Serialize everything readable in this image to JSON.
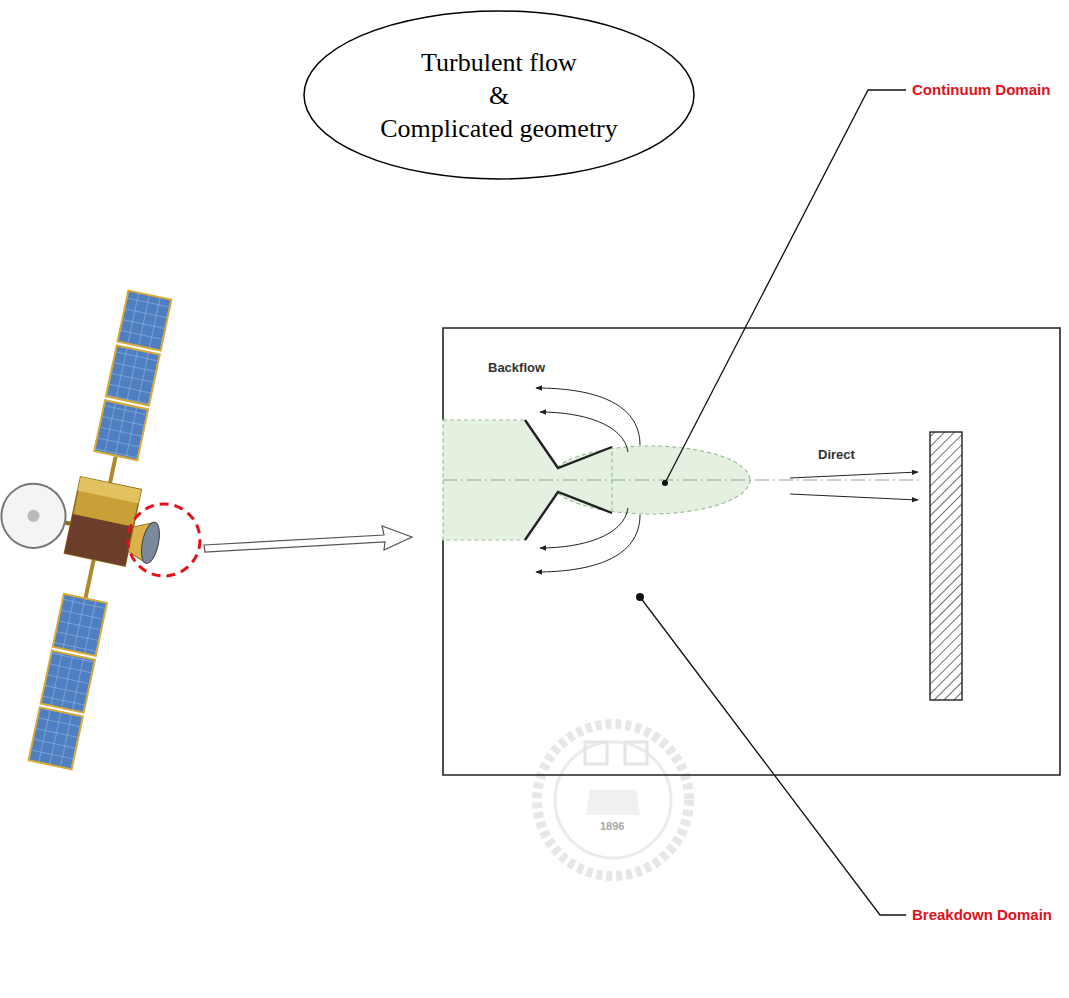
{
  "diagram": {
    "nodes": [
      {
        "text": [
          "Turbulent flow",
          "&",
          "Complicated geometry"
        ]
      }
    ],
    "labels": [
      "Continuum Domain",
      "Backflow",
      "Direct",
      "Breakdown Domain",
      "1896"
    ]
  }
}
